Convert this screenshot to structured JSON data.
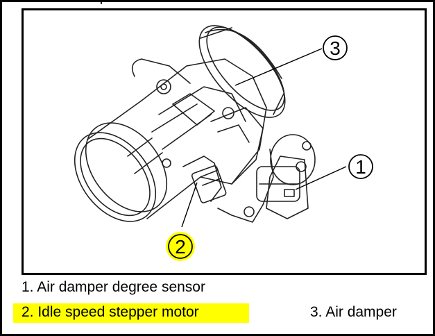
{
  "header": {
    "clipped_title": "2. Water temperature sensor"
  },
  "callouts": {
    "c1": "1",
    "c2": "2",
    "c3": "3"
  },
  "captions": {
    "item1": "1. Air damper degree sensor",
    "item2": "2. Idle speed stepper motor",
    "item3": "3. Air damper"
  },
  "colors": {
    "highlight": "#ffff00",
    "line": "#000000"
  }
}
